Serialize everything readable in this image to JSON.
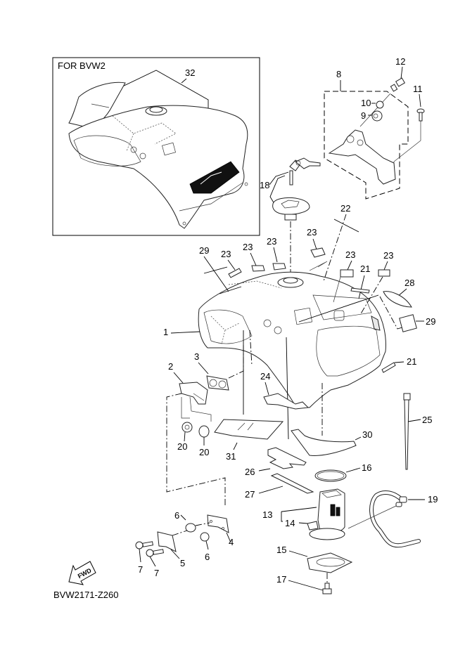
{
  "diagram": {
    "inset_title": "FOR BVW2",
    "diagram_code": "BVW2171-Z260",
    "fwd_label": "FWD",
    "callouts": {
      "c1": "1",
      "c2": "2",
      "c3": "3",
      "c4": "4",
      "c5": "5",
      "c6a": "6",
      "c6b": "6",
      "c7a": "7",
      "c7b": "7",
      "c8": "8",
      "c9": "9",
      "c10": "10",
      "c11": "11",
      "c12": "12",
      "c13": "13",
      "c14": "14",
      "c15": "15",
      "c16": "16",
      "c17": "17",
      "c18": "18",
      "c19": "19",
      "c20a": "20",
      "c20b": "20",
      "c21a": "21",
      "c21b": "21",
      "c22": "22",
      "c23a": "23",
      "c23b": "23",
      "c23c": "23",
      "c23d": "23",
      "c23e": "23",
      "c23f": "23",
      "c24": "24",
      "c25": "25",
      "c26": "26",
      "c27": "27",
      "c28": "28",
      "c29a": "29",
      "c29b": "29",
      "c30": "30",
      "c31": "31",
      "c32": "32"
    },
    "icons": [
      "fwd-arrow-icon"
    ]
  }
}
